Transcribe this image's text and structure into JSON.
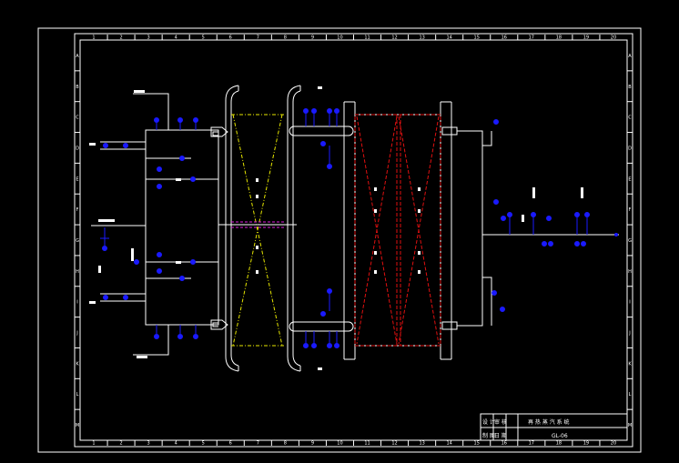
{
  "drawing": {
    "colors": {
      "background": "#000000",
      "line": "#ffffff",
      "instrument": "#1a1aff",
      "yellow_dashed": "#e6e600",
      "red_section": "#e01010",
      "magenta": "#e020e0"
    },
    "border_top_ticks": [
      "1",
      "2",
      "3",
      "4",
      "5",
      "6",
      "7",
      "8",
      "9",
      "10",
      "11",
      "12",
      "13",
      "14",
      "15",
      "16",
      "17",
      "18",
      "19",
      "20"
    ],
    "border_bottom_ticks": [
      "1",
      "2",
      "3",
      "4",
      "5",
      "6",
      "7",
      "8",
      "9",
      "10",
      "11",
      "12",
      "13",
      "14",
      "15",
      "16",
      "17",
      "18",
      "19",
      "20"
    ],
    "border_left_ticks": [
      "A",
      "B",
      "C",
      "D",
      "E",
      "F",
      "G",
      "H",
      "I",
      "J",
      "K",
      "L",
      "M"
    ],
    "border_right_ticks": [
      "A",
      "B",
      "C",
      "D",
      "E",
      "F",
      "G",
      "H",
      "I",
      "J",
      "K",
      "L",
      "M"
    ],
    "title_block": {
      "row1_left": "设 计",
      "row1_right": "审 核",
      "row2_left": "制 图",
      "row2_right": "日 期",
      "title": "再 热 蒸 汽 系 统",
      "drawing_no": "GL-06"
    }
  }
}
